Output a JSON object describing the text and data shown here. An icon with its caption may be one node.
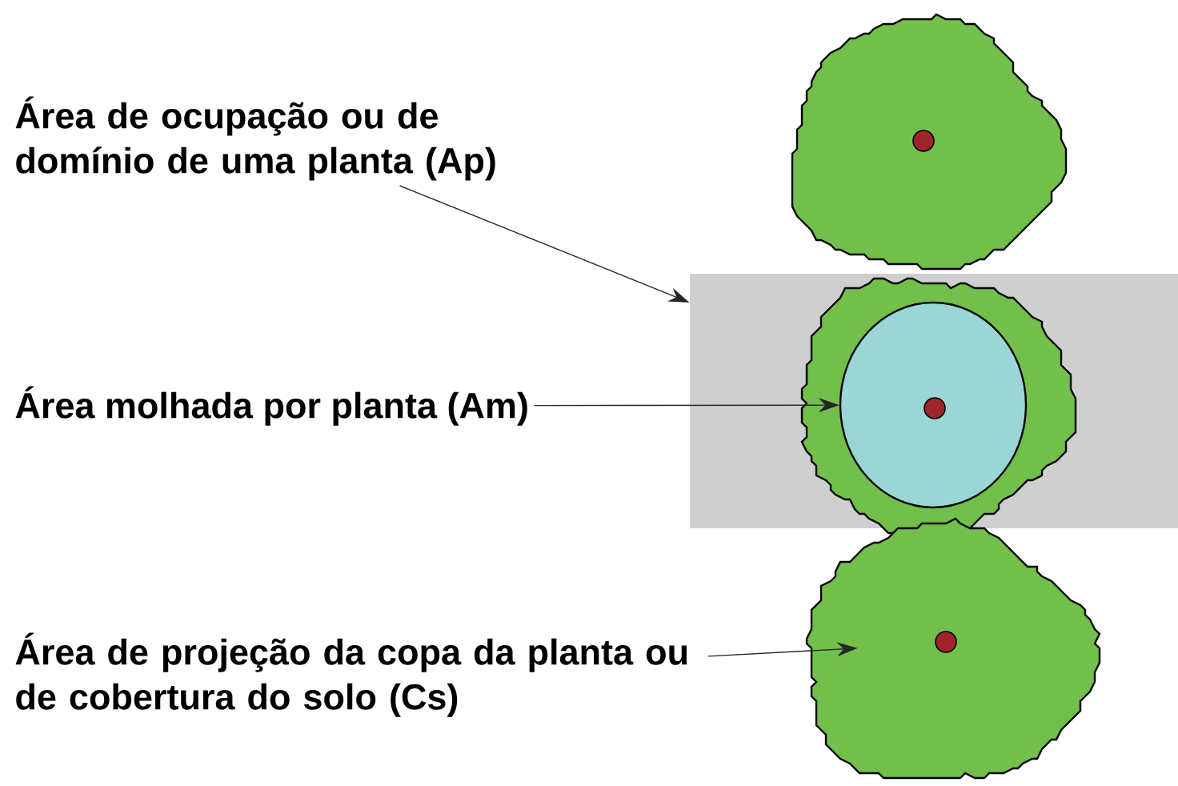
{
  "diagram": {
    "nodes": [
      {
        "text": [
          "Área de ocupação ou de domínio de uma planta (Ap)"
        ]
      },
      {
        "text": [
          "Área molhada por planta (Am)"
        ]
      },
      {
        "text": [
          "Área de projeção da copa da planta ou de cobertura do solo (Cs)"
        ]
      },
      {
        "text": [],
        "shape": "box"
      },
      {
        "text": [],
        "shape": "circle",
        "in": 3
      },
      {
        "text": [],
        "shape": "cloud"
      }
    ],
    "edges": [
      {
        "from": 0,
        "to": 3,
        "arrow": "to"
      },
      {
        "from": 1,
        "to": 4,
        "arrow": "to"
      },
      {
        "from": 2,
        "to": 5,
        "arrow": "to"
      }
    ]
  }
}
